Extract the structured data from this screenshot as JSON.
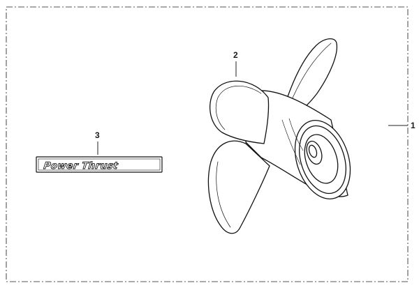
{
  "diagram": {
    "callouts": [
      {
        "id": "1",
        "label": "1"
      },
      {
        "id": "2",
        "label": "2"
      },
      {
        "id": "3",
        "label": "3"
      }
    ],
    "decal": {
      "text": "Power Thrust"
    }
  }
}
